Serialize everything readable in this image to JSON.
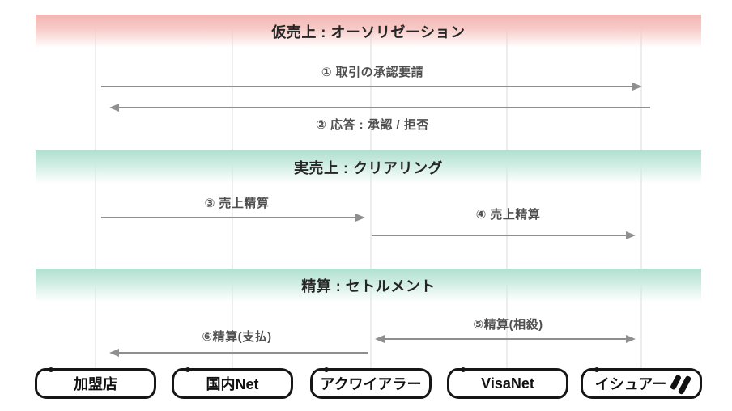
{
  "diagram": {
    "sections": [
      {
        "id": "authorization",
        "title": "仮売上 : オーソリゼーション",
        "band_color": "#f2b5b2"
      },
      {
        "id": "clearing",
        "title": "実売上 : クリアリング",
        "band_color": "#b0e0d0"
      },
      {
        "id": "settlement",
        "title": "精算 : セトルメント",
        "band_color": "#b0e0d0"
      }
    ],
    "messages": [
      {
        "step": 1,
        "label": "① 取引の承認要請",
        "from": "加盟店",
        "to": "イシュアー",
        "direction": "right"
      },
      {
        "step": 2,
        "label": "② 応答 : 承認 / 拒否",
        "from": "イシュアー",
        "to": "加盟店",
        "direction": "left"
      },
      {
        "step": 3,
        "label": "③ 売上精算",
        "from": "加盟店",
        "to": "アクワイアラー",
        "direction": "right"
      },
      {
        "step": 4,
        "label": "④ 売上精算",
        "from": "アクワイアラー",
        "to": "イシュアー",
        "direction": "right"
      },
      {
        "step": 5,
        "label": "⑤精算(相殺)",
        "from": "アクワイアラー",
        "to": "イシュアー",
        "direction": "both"
      },
      {
        "step": 6,
        "label": "⑥精算(支払)",
        "from": "アクワイアラー",
        "to": "加盟店",
        "direction": "left"
      }
    ],
    "entities": [
      {
        "label": "加盟店"
      },
      {
        "label": "国内Net"
      },
      {
        "label": "アクワイアラー"
      },
      {
        "label": "VisaNet"
      },
      {
        "label": "イシュアー",
        "icon": "double-slash-icon"
      }
    ],
    "colors": {
      "band_pink_top": "#f2b5b2",
      "band_green_top": "#b0e0d0",
      "arrow_gray": "#8f8f8f",
      "label_gray": "#4f4f4f",
      "entity_border": "#161616",
      "lifeline": "#ededed"
    }
  }
}
